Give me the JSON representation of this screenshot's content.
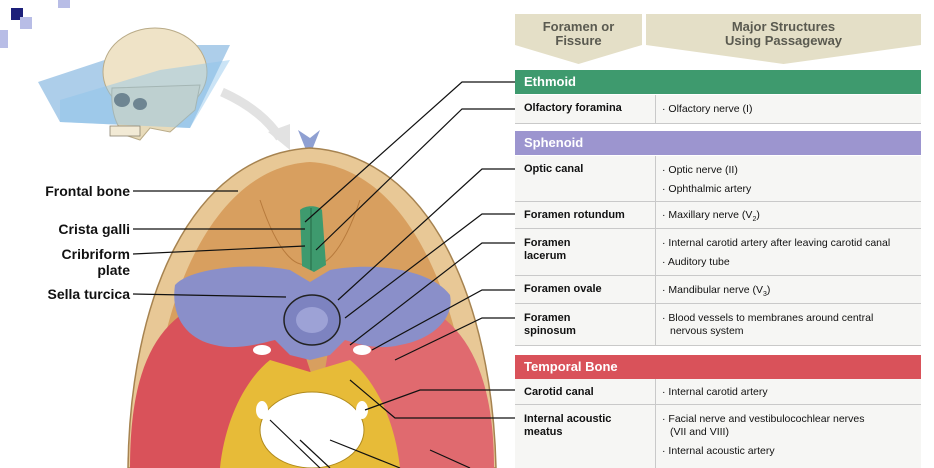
{
  "header": {
    "col1": [
      "Foramen or",
      "Fissure"
    ],
    "col2": [
      "Major Structures",
      "Using Passageway"
    ]
  },
  "labels": {
    "frontal": "Frontal bone",
    "crista": "Crista galli",
    "cribriform": [
      "Cribriform",
      "plate"
    ],
    "sella": "Sella turcica"
  },
  "sections": {
    "ethmoid": "Ethmoid",
    "sphenoid": "Sphenoid",
    "temporal": "Temporal Bone"
  },
  "rows": {
    "olfactory": {
      "name": [
        "Olfactory foramina"
      ],
      "items": [
        "· Olfactory nerve (I)"
      ]
    },
    "optic": {
      "name": [
        "Optic canal"
      ],
      "items": [
        "· Optic nerve (II)",
        "· Ophthalmic artery"
      ]
    },
    "rotundum": {
      "name": [
        "Foramen rotundum"
      ],
      "items": [
        "· Maxillary nerve (V",
        "2",
        ")"
      ]
    },
    "lacerum": {
      "name": [
        "Foramen",
        "lacerum"
      ],
      "items": [
        "· Internal carotid artery after leaving carotid canal",
        "· Auditory tube"
      ]
    },
    "ovale": {
      "name": [
        "Foramen ovale"
      ],
      "items": [
        "· Mandibular nerve (V",
        "3",
        ")"
      ]
    },
    "spinosum": {
      "name": [
        "Foramen",
        "spinosum"
      ],
      "items": [
        "· Blood vessels to membranes around central",
        "nervous system"
      ]
    },
    "carotid": {
      "name": [
        "Carotid canal"
      ],
      "items": [
        "· Internal carotid artery"
      ]
    },
    "acoustic": {
      "name": [
        "Internal acoustic",
        "meatus"
      ],
      "items": [
        "· Facial nerve and vestibulocochlear nerves",
        "(VII and VIII)",
        "· Internal acoustic artery"
      ]
    }
  },
  "colors": {
    "frontal": "#d89f5f",
    "ethmoid": "#3e9a6e",
    "sphenoid": "#8a8fc9",
    "temporal": "#d9525a",
    "occipital": "#e7bb38",
    "skull_rim": "#e8c896"
  }
}
